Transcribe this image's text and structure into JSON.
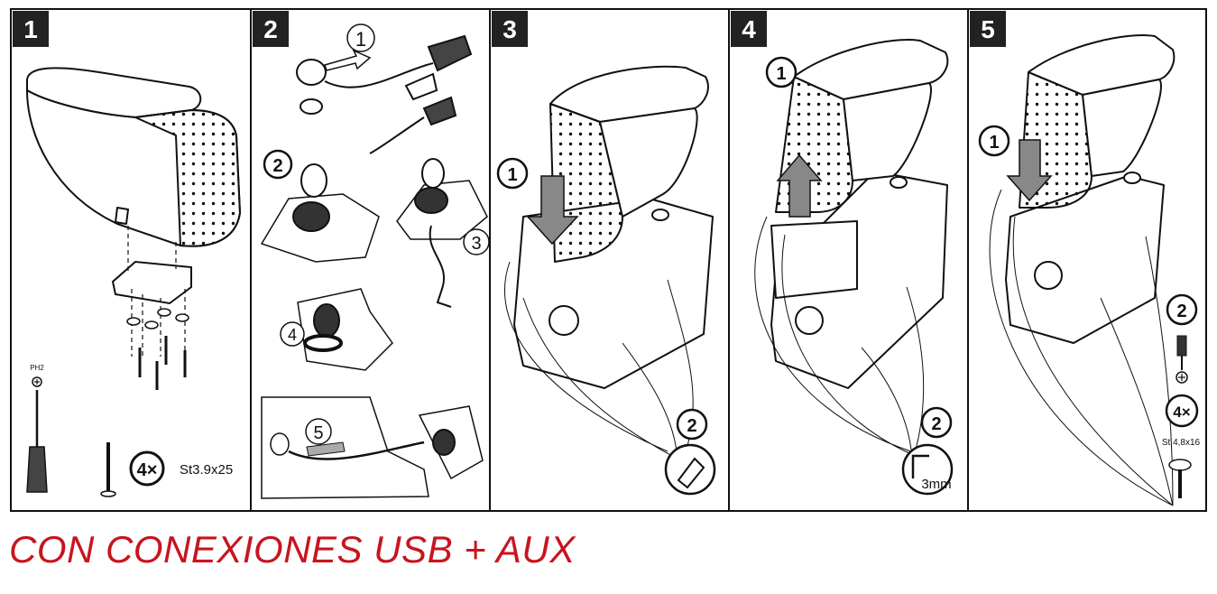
{
  "panels": [
    {
      "number": "1",
      "spec_count": "4×",
      "spec_screw": "St3.9x25",
      "tool_label": "PH2"
    },
    {
      "number": "2",
      "callouts": [
        "1",
        "2",
        "3",
        "4",
        "5"
      ]
    },
    {
      "number": "3",
      "callouts": [
        "1",
        "2"
      ]
    },
    {
      "number": "4",
      "callouts": [
        "1",
        "2"
      ],
      "drill_label": "3mm"
    },
    {
      "number": "5",
      "callouts": [
        "1",
        "2"
      ],
      "spec_count": "4×",
      "spec_screw": "St 4,8x16"
    }
  ],
  "caption": "CON CONEXIONES USB + AUX",
  "colors": {
    "caption": "#c8141e",
    "badge": "#222222",
    "line": "#111111"
  }
}
